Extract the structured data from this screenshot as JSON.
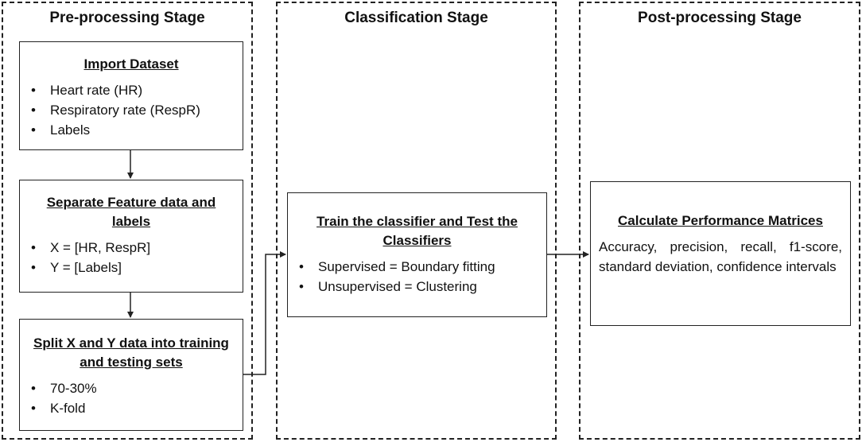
{
  "stages": [
    {
      "title": "Pre-processing Stage",
      "boxes": [
        {
          "title": "Import Dataset",
          "items": [
            "Heart rate (HR)",
            "Respiratory rate (RespR)",
            "Labels"
          ]
        },
        {
          "title": "Separate Feature data and labels",
          "items": [
            "X = [HR, RespR]",
            "Y = [Labels]"
          ]
        },
        {
          "title": "Split X and Y data into training and testing sets",
          "items": [
            "70-30%",
            "K-fold"
          ]
        }
      ]
    },
    {
      "title": "Classification Stage",
      "boxes": [
        {
          "title": "Train the classifier and Test the Classifiers",
          "items": [
            "Supervised = Boundary fitting",
            "Unsupervised = Clustering"
          ]
        }
      ]
    },
    {
      "title": "Post-processing Stage",
      "boxes": [
        {
          "title": "Calculate Performance Matrices",
          "text": "Accuracy, precision, recall, f1-score, standard deviation, confidence intervals"
        }
      ]
    }
  ]
}
